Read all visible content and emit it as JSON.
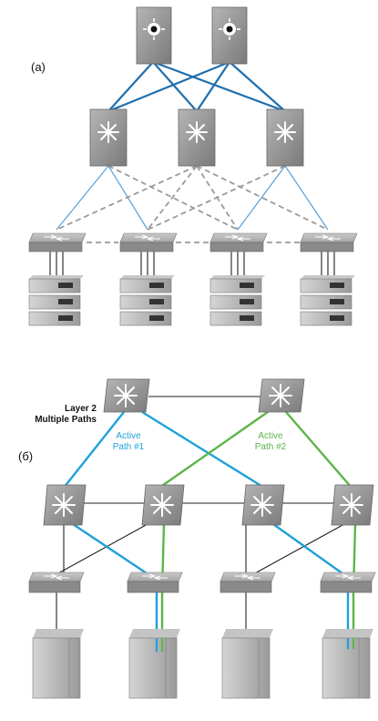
{
  "diagram_a": {
    "label": "(a)"
  },
  "diagram_b": {
    "label": "(б)",
    "caption_line1": "Layer 2",
    "caption_line2": "Multiple Paths",
    "path1_line1": "Active",
    "path1_line2": "Path #1",
    "path2_line1": "Active",
    "path2_line2": "Path #2"
  },
  "colors": {
    "link_blue": "#1f6fae",
    "link_light_blue": "#5b9fd6",
    "link_dashed": "#9a9a9a",
    "path1": "#1ea2d8",
    "path2": "#5cb54a",
    "device": "#8f8f8f"
  }
}
